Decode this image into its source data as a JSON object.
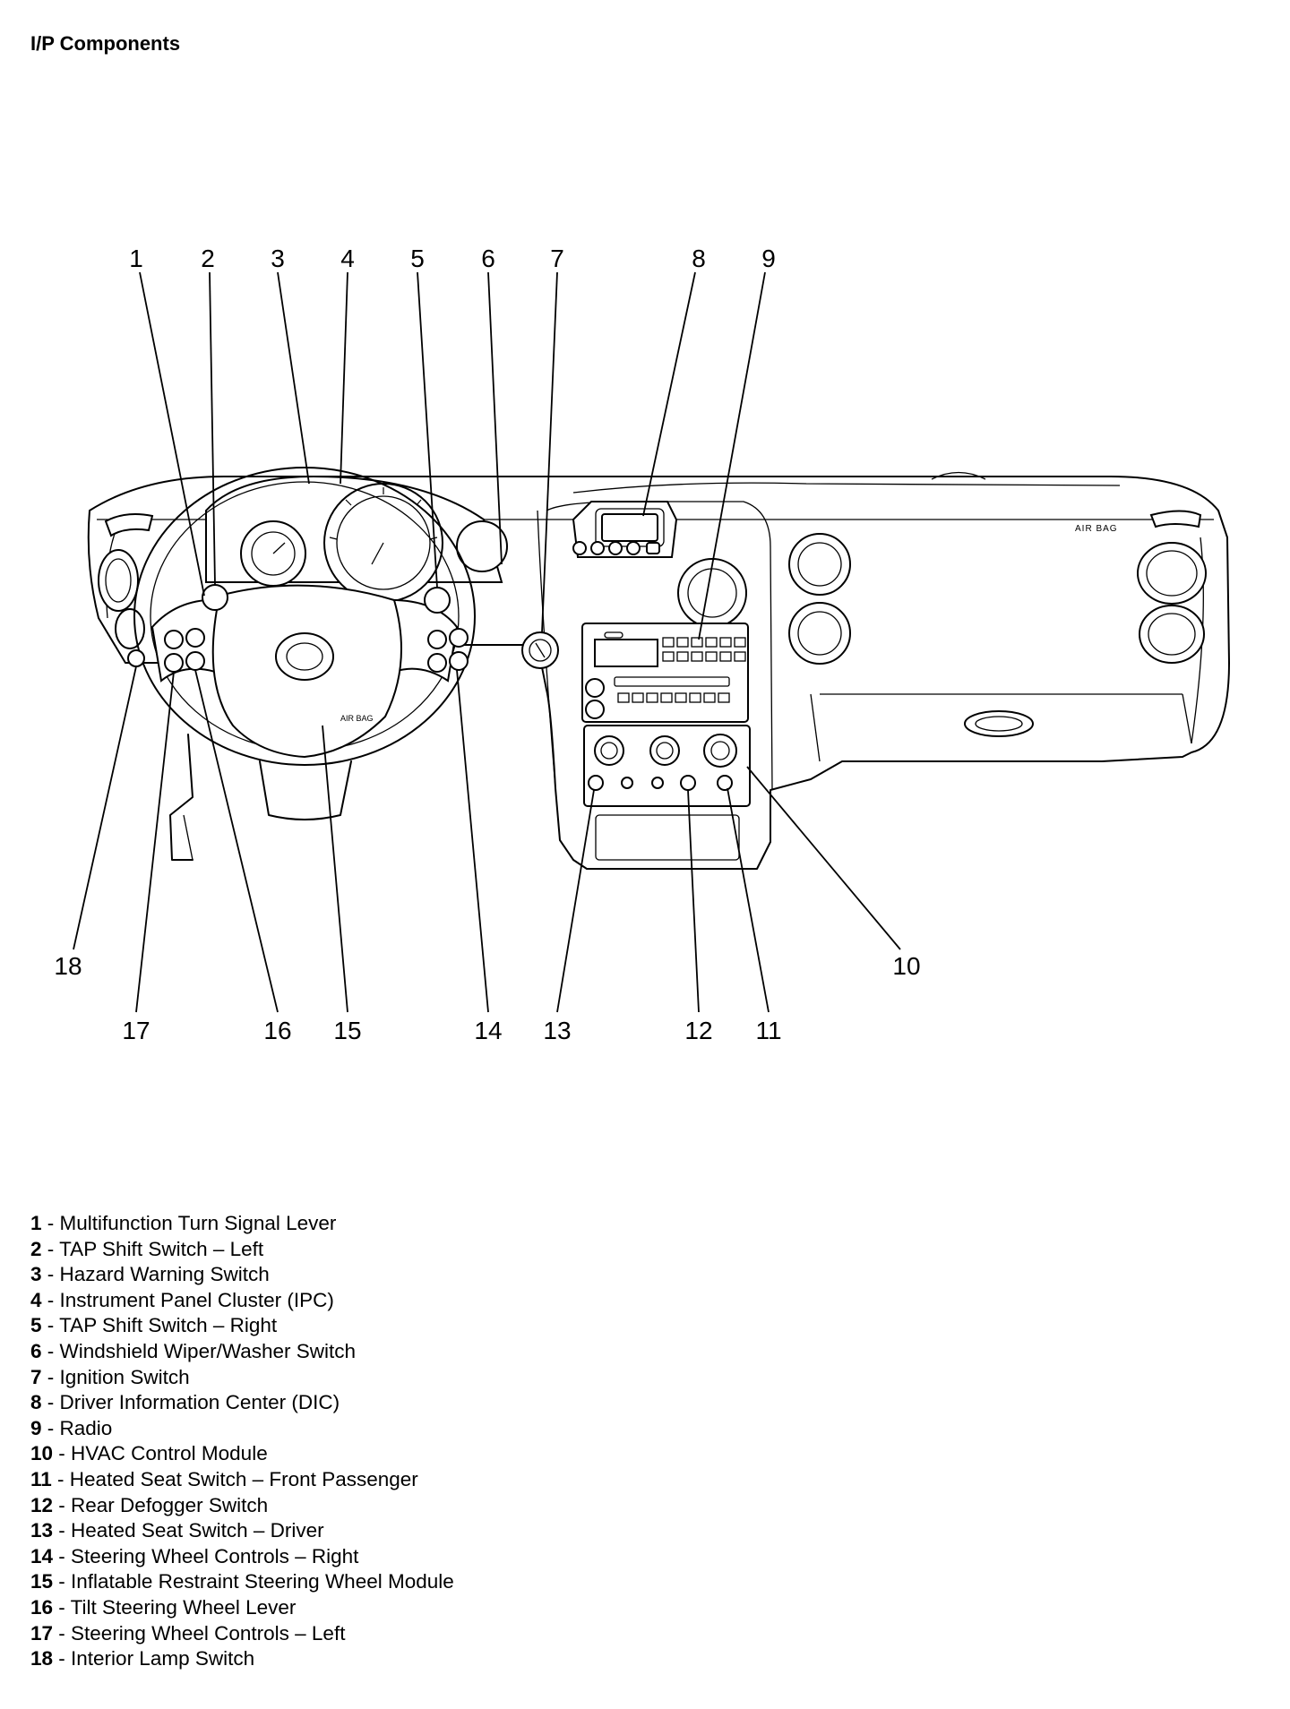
{
  "page": {
    "title": "I/P Components"
  },
  "diagram": {
    "labels": {
      "airbag_wheel": "AIR BAG",
      "airbag_dash": "AIR BAG"
    },
    "callouts": [
      "1",
      "2",
      "3",
      "4",
      "5",
      "6",
      "7",
      "8",
      "9",
      "10",
      "11",
      "12",
      "13",
      "14",
      "15",
      "16",
      "17",
      "18"
    ]
  },
  "legend": {
    "items": [
      {
        "num": "1",
        "sep": " - ",
        "text": "Multifunction Turn Signal Lever"
      },
      {
        "num": "2",
        "sep": " - ",
        "text": "TAP Shift Switch – Left"
      },
      {
        "num": "3",
        "sep": " - ",
        "text": "Hazard Warning Switch"
      },
      {
        "num": "4",
        "sep": " - ",
        "text": "Instrument Panel Cluster (IPC)"
      },
      {
        "num": "5",
        "sep": " - ",
        "text": "TAP Shift Switch – Right"
      },
      {
        "num": "6",
        "sep": " - ",
        "text": "Windshield Wiper/Washer Switch"
      },
      {
        "num": "7",
        "sep": " - ",
        "text": "Ignition Switch"
      },
      {
        "num": "8",
        "sep": " - ",
        "text": "Driver Information Center (DIC)"
      },
      {
        "num": "9",
        "sep": " - ",
        "text": "Radio"
      },
      {
        "num": "10",
        "sep": " - ",
        "text": "HVAC Control Module"
      },
      {
        "num": "11",
        "sep": " - ",
        "text": "Heated Seat Switch – Front Passenger"
      },
      {
        "num": "12",
        "sep": " - ",
        "text": "Rear Defogger Switch"
      },
      {
        "num": "13",
        "sep": " - ",
        "text": "Heated Seat Switch – Driver"
      },
      {
        "num": "14",
        "sep": " - ",
        "text": "Steering Wheel Controls – Right"
      },
      {
        "num": "15",
        "sep": " - ",
        "text": "Inflatable Restraint Steering Wheel Module"
      },
      {
        "num": "16",
        "sep": " - ",
        "text": "Tilt Steering Wheel Lever"
      },
      {
        "num": "17",
        "sep": " - ",
        "text": "Steering Wheel Controls – Left"
      },
      {
        "num": "18",
        "sep": " - ",
        "text": "Interior Lamp Switch"
      }
    ]
  }
}
